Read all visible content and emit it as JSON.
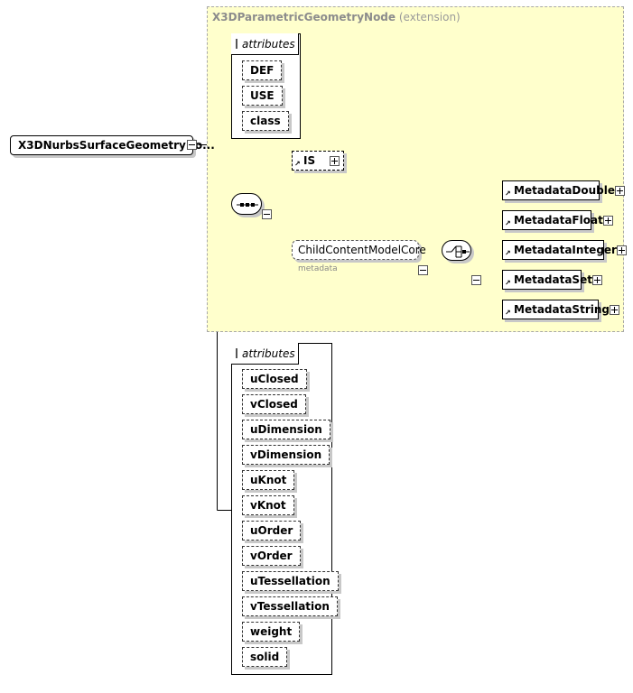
{
  "root": {
    "label": "X3DNurbsSurfaceGeometryNo..."
  },
  "extension": {
    "type_name": "X3DParametricGeometryNode",
    "suffix": "(extension)"
  },
  "base_attributes": {
    "header": "attributes",
    "items": [
      "DEF",
      "USE",
      "class"
    ]
  },
  "is_element": {
    "label": "IS"
  },
  "group_ref": {
    "label": "ChildContentModelCore",
    "sublabel": "metadata"
  },
  "choice_elements": [
    "MetadataDouble",
    "MetadataFloat",
    "MetadataInteger",
    "MetadataSet",
    "MetadataString"
  ],
  "own_attributes": {
    "header": "attributes",
    "items": [
      "uClosed",
      "vClosed",
      "uDimension",
      "vDimension",
      "uKnot",
      "vKnot",
      "uOrder",
      "vOrder",
      "uTessellation",
      "vTessellation",
      "weight",
      "solid"
    ]
  },
  "colors": {
    "extension_fill": "#ffffcc",
    "extension_border": "#a8a8a8",
    "shadow": "#c8c8c8"
  }
}
